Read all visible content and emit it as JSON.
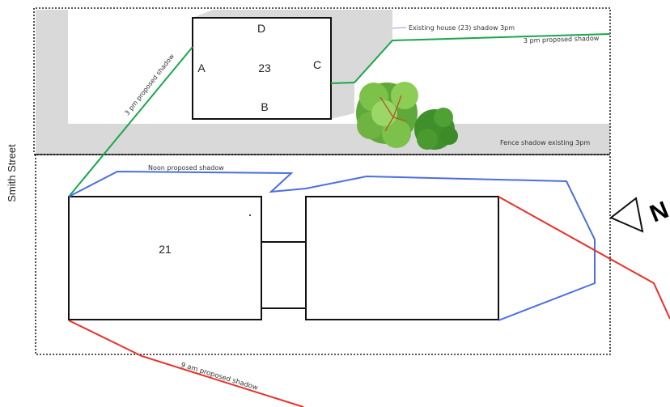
{
  "street": {
    "name": "Smith Street"
  },
  "house23": {
    "number": "23",
    "side_a": "A",
    "side_b": "B",
    "side_c": "C",
    "side_d": "D"
  },
  "house21": {
    "number": "21"
  },
  "labels": {
    "existing_house_shadow": "Existing house (23) shadow 3pm",
    "pm_proposed_top": "3 pm proposed shadow",
    "pm_proposed_diag": "3 pm proposed shadow",
    "noon_proposed": "Noon proposed shadow",
    "fence_shadow": "Fence shadow existing 3pm",
    "am_proposed": "9 am proposed shadow"
  },
  "north": {
    "letter": "N"
  },
  "colors": {
    "existing_shadow": "#d9d9d9",
    "pm_shadow": "#1aa64b",
    "noon_shadow": "#4a6ee0",
    "am_shadow": "#e8302a",
    "existing_shadow_pointer": "#8aa0e0",
    "tree_dark": "#3f8f2a",
    "tree_light": "#7cc24a"
  }
}
